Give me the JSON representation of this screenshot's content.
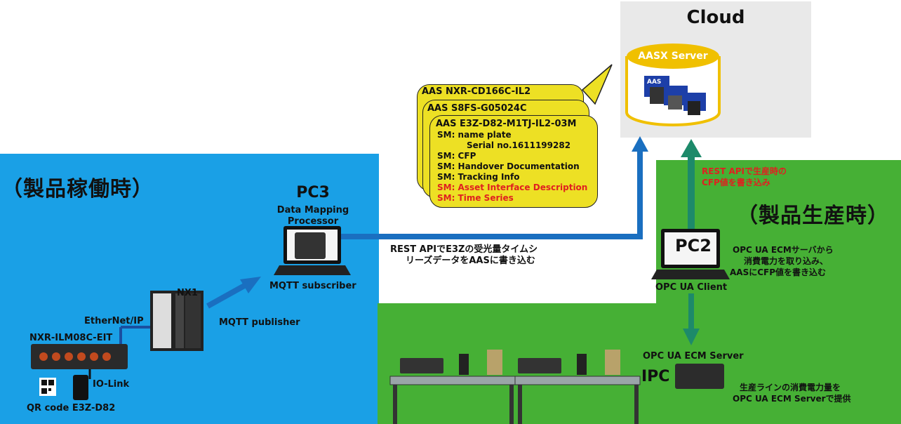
{
  "cloud": {
    "title": "Cloud",
    "server": "AASX Server",
    "aas_badge": "AAS"
  },
  "zones": {
    "operation": "（製品稼働時）",
    "production": "（製品生産時）"
  },
  "aas_cards": [
    {
      "title": "AAS NXR-CD166C-IL2"
    },
    {
      "title": "AAS S8FS-G05024C"
    },
    {
      "title": "AAS E3Z-D82-M1TJ-IL2-03M",
      "submodels": [
        {
          "text": "SM: name plate",
          "red": false
        },
        {
          "text": "Serial no.1611199282",
          "red": false,
          "indent": true
        },
        {
          "text": "SM: CFP",
          "red": false
        },
        {
          "text": "SM: Handover Documentation",
          "red": false
        },
        {
          "text": "SM: Tracking Info",
          "red": false
        },
        {
          "text": "SM: Asset Interface Description",
          "red": true
        },
        {
          "text": "SM: Time Series",
          "red": true
        }
      ]
    }
  ],
  "pc3": {
    "name": "PC3",
    "role_line1": "Data Mapping",
    "role_line2": "Processor",
    "caption": "MQTT subscriber"
  },
  "pc2": {
    "name": "PC2",
    "caption": "OPC UA Client"
  },
  "labels": {
    "rest_pc3_line1": "REST APIでE3Zの受光量タイムシ",
    "rest_pc3_line2": "リーズデータをAASに書き込む",
    "rest_pc2_line1": "REST APIで生産時の",
    "rest_pc2_line2": "CFP値を書き込み",
    "pc2_desc_line1": "OPC UA ECMサーバから",
    "pc2_desc_line2": "消費電力を取り込み、",
    "pc2_desc_line3": "AASにCFP値を書き込む",
    "mqtt_publisher": "MQTT publisher",
    "ethernet_ip": "EtherNet/IP",
    "nx1": "NX1",
    "nxr": "NXR-ILM08C-EIT",
    "io_link": "IO-Link",
    "qr": "QR code E3Z-D82",
    "ecm_server": "OPC UA ECM Server",
    "ipc": "IPC",
    "ecm_desc_line1": "生産ラインの消費電力量を",
    "ecm_desc_line2": "OPC UA ECM Serverで提供"
  },
  "colors": {
    "blue_zone": "#1aa0e6",
    "green_zone": "#46b035",
    "card": "#ede024",
    "arrow_blue": "#1a6fc0",
    "arrow_green": "#1d8a6a",
    "cloud_bg": "#e9e9e9",
    "red_text": "#e02020"
  }
}
